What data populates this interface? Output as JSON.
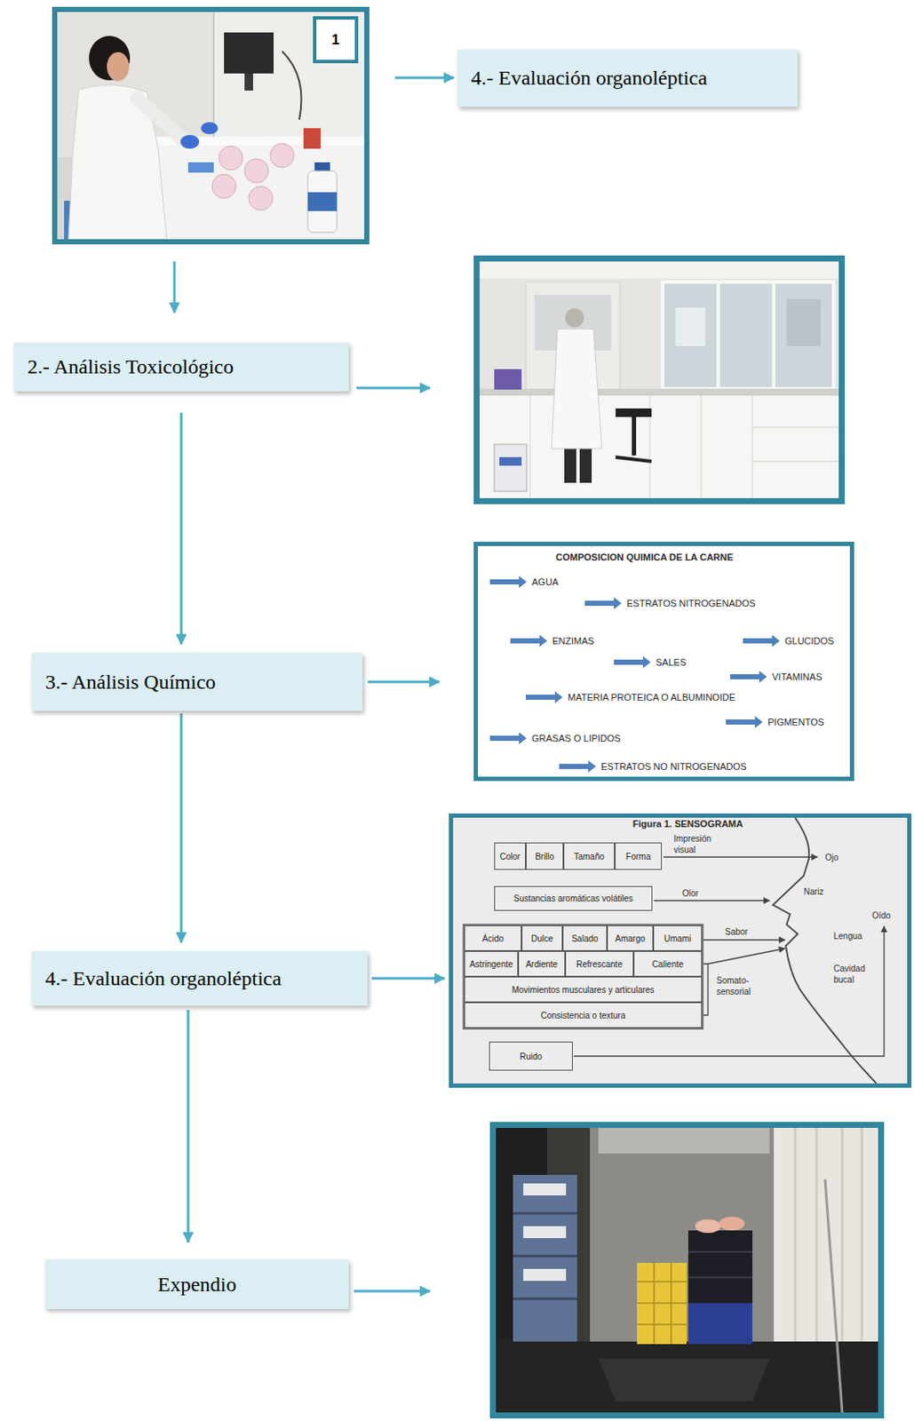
{
  "diagram": {
    "nodes": [
      {
        "text": [
          "1"
        ]
      },
      {
        "text": [
          "4.- Evaluación organoléptica"
        ]
      },
      {
        "text": [
          "2.- Análisis Toxicológico"
        ]
      },
      {
        "text": [
          "3.- Análisis Químico"
        ]
      },
      {
        "text": [
          "COMPOSICION QUIMICA DE LA CARNE",
          "AGUA",
          "ESTRATOS NITROGENADOS",
          "ENZIMAS",
          "GLUCIDOS",
          "SALES",
          "VITAMINAS",
          "MATERIA PROTEICA O ALBUMINOIDE",
          "PIGMENTOS",
          "GRASAS O LIPIDOS",
          "ESTRATOS NO NITROGENADOS"
        ]
      },
      {
        "text": [
          "4.- Evaluación organoléptica"
        ]
      },
      {
        "text": [
          "Figura 1. SENSOGRAMA",
          "Impresión visual",
          "Olor",
          "Sabor",
          "Somato-sensorial",
          "Ojo",
          "Nariz",
          "Oído",
          "Lengua",
          "Cavidad bucal"
        ]
      },
      {
        "text": [
          "Color"
        ],
        "in": 6
      },
      {
        "text": [
          "Brillo"
        ],
        "in": 6
      },
      {
        "text": [
          "Tamaño"
        ],
        "in": 6
      },
      {
        "text": [
          "Forma"
        ],
        "in": 6
      },
      {
        "text": [
          "Sustancias aromáticas volátiles"
        ],
        "in": 6
      },
      {
        "text": [
          "Ácido"
        ],
        "in": 6
      },
      {
        "text": [
          "Dulce"
        ],
        "in": 6
      },
      {
        "text": [
          "Salado"
        ],
        "in": 6
      },
      {
        "text": [
          "Amargo"
        ],
        "in": 6
      },
      {
        "text": [
          "Umami"
        ],
        "in": 6
      },
      {
        "text": [
          "Astringente"
        ],
        "in": 6
      },
      {
        "text": [
          "Ardiente"
        ],
        "in": 6
      },
      {
        "text": [
          "Refrescante"
        ],
        "in": 6
      },
      {
        "text": [
          "Caliente"
        ],
        "in": 6
      },
      {
        "text": [
          "Movimientos musculares y articulares"
        ],
        "in": 6
      },
      {
        "text": [
          "Consistencia o textura"
        ],
        "in": 6
      },
      {
        "text": [
          "Ruido"
        ],
        "in": 6
      },
      {
        "text": [
          "Expendio"
        ]
      }
    ],
    "edges": [
      {
        "from": 0,
        "to": 1,
        "arrow": "to"
      },
      {
        "from": 0,
        "to": 2,
        "arrow": "to"
      },
      {
        "from": 2,
        "to": 3,
        "arrow": "to"
      },
      {
        "from": 3,
        "to": 4,
        "arrow": "to"
      },
      {
        "from": 3,
        "to": 5,
        "arrow": "to"
      },
      {
        "from": 5,
        "to": 6,
        "arrow": "to"
      },
      {
        "from": 5,
        "to": 24,
        "arrow": "to"
      }
    ]
  }
}
